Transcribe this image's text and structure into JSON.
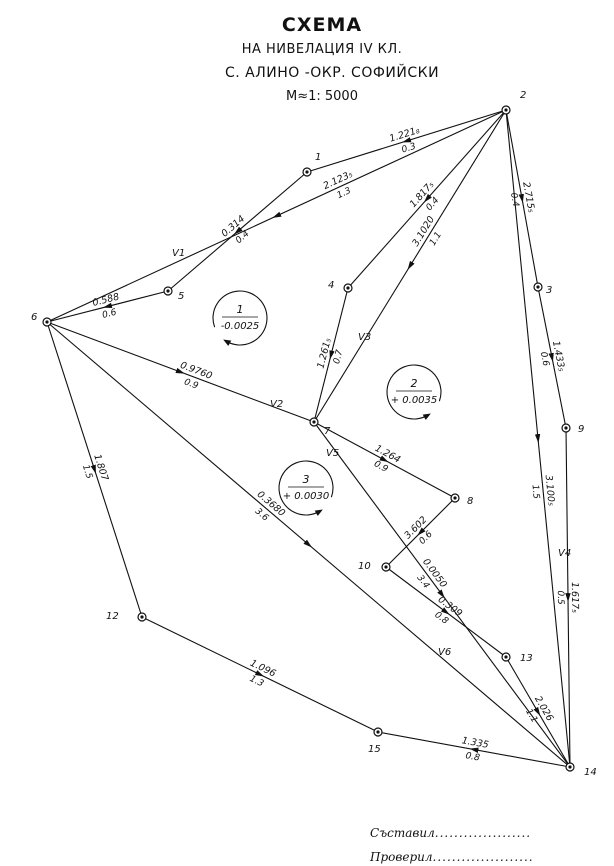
{
  "title": {
    "line1": "СХЕМА",
    "line2": "НА НИВЕЛАЦИЯ IV КЛ.",
    "line3": "С. АЛИНО -ОКР. СОФИЙСКИ",
    "line4": "М≈1: 5000"
  },
  "points": [
    {
      "id": "1"
    },
    {
      "id": "2"
    },
    {
      "id": "3"
    },
    {
      "id": "4"
    },
    {
      "id": "5"
    },
    {
      "id": "6"
    },
    {
      "id": "7"
    },
    {
      "id": "8"
    },
    {
      "id": "9"
    },
    {
      "id": "10"
    },
    {
      "id": "12"
    },
    {
      "id": "13"
    },
    {
      "id": "14"
    },
    {
      "id": "15"
    }
  ],
  "segments": [
    {
      "from": "2",
      "to": "1",
      "dh": "1.221₈",
      "len": "0.3"
    },
    {
      "from": "2",
      "to": "6",
      "dh": "2.123₅",
      "len": "1.3",
      "line": "V1"
    },
    {
      "from": "1",
      "to": "5",
      "dh": "0.314",
      "len": "0.4"
    },
    {
      "from": "5",
      "to": "6",
      "dh": "0.588",
      "len": "0.6"
    },
    {
      "from": "2",
      "to": "4",
      "dh": "1.817₅",
      "len": "0.4"
    },
    {
      "from": "4",
      "to": "7",
      "dh": "1.261₅",
      "len": "0.7"
    },
    {
      "from": "2",
      "to": "7",
      "dh": "3.1020",
      "len": "1.1",
      "line": "V3"
    },
    {
      "from": "2",
      "to": "3",
      "dh": "2.715₅",
      "len": "0.4"
    },
    {
      "from": "3",
      "to": "9",
      "dh": "1.433₅",
      "len": "0.6"
    },
    {
      "from": "2",
      "to": "14",
      "dh": "3.100₅",
      "len": "1.5",
      "line": "V4"
    },
    {
      "from": "9",
      "to": "14",
      "dh": "1.617₅",
      "len": "0.5"
    },
    {
      "from": "6",
      "to": "7",
      "dh": "0.9760",
      "len": "0.9",
      "line": "V2"
    },
    {
      "from": "7",
      "to": "8",
      "dh": "1.264",
      "len": "0.9"
    },
    {
      "from": "8",
      "to": "10",
      "dh": "3.602",
      "len": "0.6"
    },
    {
      "from": "10",
      "to": "13",
      "dh": "0.309",
      "len": "0.8"
    },
    {
      "from": "7",
      "to": "14",
      "dh": "0.0050",
      "len": "3.4",
      "line": "V5"
    },
    {
      "from": "13",
      "to": "14",
      "dh": "2.026",
      "len": "1.1"
    },
    {
      "from": "6",
      "to": "14",
      "dh": "0.3680",
      "len": "3.6",
      "line": "V6"
    },
    {
      "from": "6",
      "to": "12",
      "dh": "1.807",
      "len": "1.5"
    },
    {
      "from": "12",
      "to": "15",
      "dh": "1.096",
      "len": "1.3"
    },
    {
      "from": "14",
      "to": "15",
      "dh": "1.335",
      "len": "0.8"
    }
  ],
  "loops": [
    {
      "number": "1",
      "misclosure": "-0.0025",
      "direction": "clockwise"
    },
    {
      "number": "2",
      "misclosure": "+ 0.0035",
      "direction": "counterclockwise"
    },
    {
      "number": "3",
      "misclosure": "+ 0.0030",
      "direction": "counterclockwise"
    }
  ],
  "signatures": {
    "compiled": "Съставил",
    "checked": "Проверил"
  }
}
